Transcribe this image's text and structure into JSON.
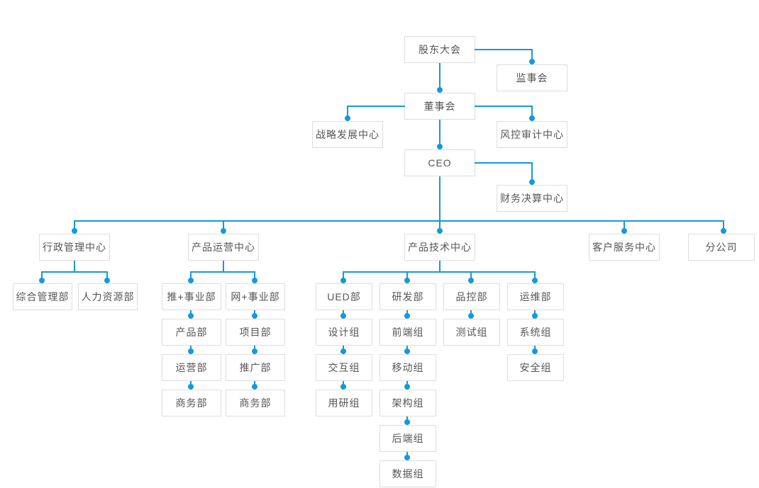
{
  "diagram": {
    "type": "org-chart",
    "accent_color": "#1499db",
    "node_border_color": "#dedede",
    "text_color": "#555555",
    "nodes": {
      "shareholders_meeting": "股东大会",
      "supervisory_board": "监事会",
      "board_of_directors": "董事会",
      "strategy_center": "战略发展中心",
      "risk_audit_center": "风控审计中心",
      "ceo": "CEO",
      "finance_center": "财务决算中心",
      "admin_center": "行政管理中心",
      "general_mgmt_dept": "综合管理部",
      "hr_dept": "人力资源部",
      "product_ops_center": "产品运营中心",
      "tui_division": "推+事业部",
      "product_dept": "产品部",
      "operations_dept": "运营部",
      "business_dept_1": "商务部",
      "wang_division": "网+事业部",
      "project_dept": "项目部",
      "promotion_dept": "推广部",
      "business_dept_2": "商务部",
      "product_tech_center": "产品技术中心",
      "ued_dept": "UED部",
      "design_team": "设计组",
      "interaction_team": "交互组",
      "user_research_team": "用研组",
      "rd_dept": "研发部",
      "frontend_team": "前端组",
      "mobile_team": "移动组",
      "architecture_team": "架构组",
      "backend_team": "后端组",
      "data_team": "数据组",
      "qc_dept": "品控部",
      "testing_team": "测试组",
      "ops_dept": "运维部",
      "system_team": "系统组",
      "security_team": "安全组",
      "customer_service_center": "客户服务中心",
      "branch_company": "分公司"
    },
    "edges": [
      [
        "股东大会",
        "监事会"
      ],
      [
        "股东大会",
        "董事会"
      ],
      [
        "董事会",
        "战略发展中心"
      ],
      [
        "董事会",
        "风控审计中心"
      ],
      [
        "董事会",
        "CEO"
      ],
      [
        "CEO",
        "财务决算中心"
      ],
      [
        "CEO",
        "行政管理中心"
      ],
      [
        "CEO",
        "产品运营中心"
      ],
      [
        "CEO",
        "产品技术中心"
      ],
      [
        "CEO",
        "客户服务中心"
      ],
      [
        "CEO",
        "分公司"
      ],
      [
        "行政管理中心",
        "综合管理部"
      ],
      [
        "行政管理中心",
        "人力资源部"
      ],
      [
        "产品运营中心",
        "推+事业部"
      ],
      [
        "产品运营中心",
        "网+事业部"
      ],
      [
        "推+事业部",
        "产品部"
      ],
      [
        "产品部",
        "运营部"
      ],
      [
        "运营部",
        "商务部"
      ],
      [
        "网+事业部",
        "项目部"
      ],
      [
        "项目部",
        "推广部"
      ],
      [
        "推广部",
        "商务部"
      ],
      [
        "产品技术中心",
        "UED部"
      ],
      [
        "产品技术中心",
        "研发部"
      ],
      [
        "产品技术中心",
        "品控部"
      ],
      [
        "产品技术中心",
        "运维部"
      ],
      [
        "UED部",
        "设计组"
      ],
      [
        "设计组",
        "交互组"
      ],
      [
        "交互组",
        "用研组"
      ],
      [
        "研发部",
        "前端组"
      ],
      [
        "前端组",
        "移动组"
      ],
      [
        "移动组",
        "架构组"
      ],
      [
        "架构组",
        "后端组"
      ],
      [
        "后端组",
        "数据组"
      ],
      [
        "品控部",
        "测试组"
      ],
      [
        "运维部",
        "系统组"
      ],
      [
        "系统组",
        "安全组"
      ]
    ]
  }
}
